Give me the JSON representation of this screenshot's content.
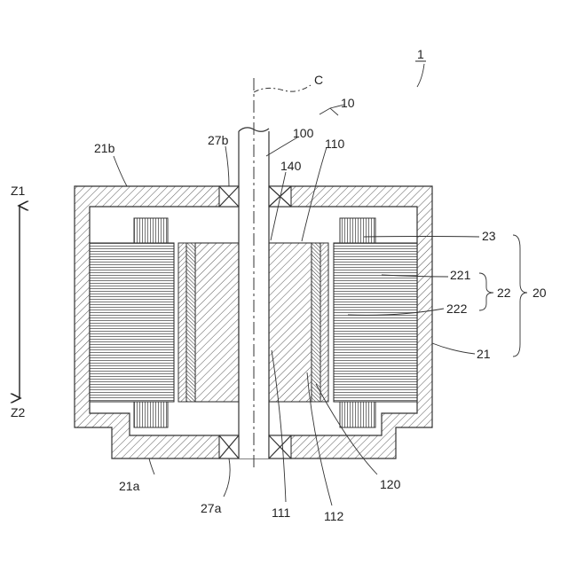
{
  "labels": {
    "device": "1",
    "axis_c": "C",
    "rotor": "10",
    "shaft": "100",
    "rotor_core": "110",
    "core_part_111": "111",
    "magnet_part_112": "112",
    "part_120": "120",
    "part_140": "140",
    "stator_assembly": "20",
    "housing": "21",
    "housing_bottom": "21a",
    "housing_top": "21b",
    "stator": "22",
    "stator_core_221": "221",
    "coil_222": "222",
    "coil_end": "23",
    "bearing_top": "27b",
    "bearing_bottom": "27a",
    "dir_up": "Z1",
    "dir_down": "Z2"
  }
}
